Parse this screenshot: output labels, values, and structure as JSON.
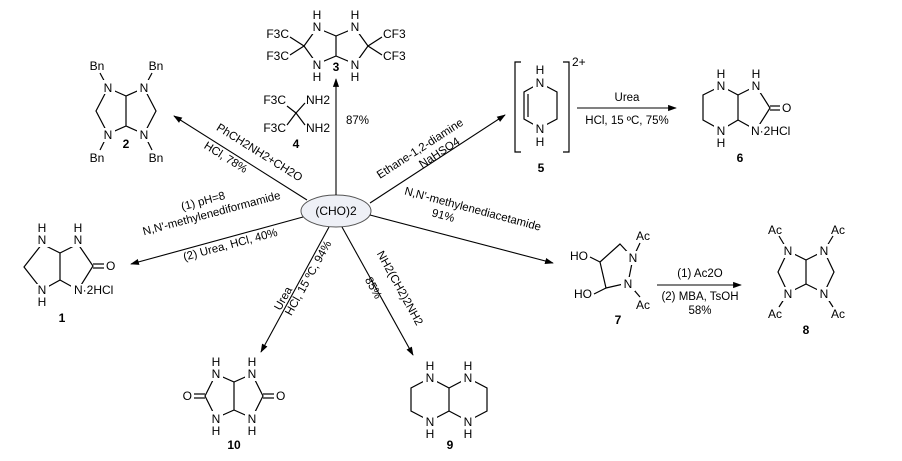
{
  "center": {
    "label": "(CHO)2"
  },
  "compounds": {
    "c1": {
      "number": "1",
      "NH": "N",
      "H": "H",
      "O": "O",
      "salt": "N·2HCl"
    },
    "c2": {
      "number": "2",
      "N": "N",
      "Bn": "Bn"
    },
    "c3": {
      "number": "3",
      "N": "N",
      "H": "H",
      "F3C": "F3C",
      "CF3": "CF3"
    },
    "c4": {
      "number": "4",
      "F3C": "F3C",
      "NH2": "NH2"
    },
    "c5": {
      "number": "5",
      "N": "N",
      "H": "H",
      "charge": "2+"
    },
    "c6": {
      "number": "6",
      "N": "N",
      "H": "H",
      "O": "O",
      "salt": "N·2HCl"
    },
    "c7": {
      "number": "7",
      "HO": "HO",
      "N": "N",
      "Ac": "Ac"
    },
    "c8": {
      "number": "8",
      "N": "N",
      "Ac": "Ac"
    },
    "c9": {
      "number": "9",
      "N": "N",
      "H": "H"
    },
    "c10": {
      "number": "10",
      "N": "N",
      "H": "H",
      "O": "O"
    }
  },
  "reactions": {
    "to1": {
      "line1": "(1) pH=8",
      "line2": "N,N'-methylenediformamide",
      "line3": "(2) Urea, HCl, 40%"
    },
    "to2": {
      "line1": "PhCH2NH2+CH2O",
      "line2": "HCl, 78%"
    },
    "to3": {
      "yield": "87%"
    },
    "to5": {
      "line1": "Ethane-1,2-diamine",
      "line2": "NaHSO4"
    },
    "to6": {
      "line1": "Urea",
      "line2": "HCl, 15 ºC, 75%"
    },
    "to7": {
      "line1": "N,N'-methylenediacetamide",
      "line2": "91%"
    },
    "to8": {
      "line1": "(1) Ac2O",
      "line2": "(2) MBA, TsOH",
      "line3": "58%"
    },
    "to9": {
      "line1": "NH2(CH2)2NH2",
      "line2": "85%"
    },
    "to10": {
      "line1": "Urea",
      "line2": "HCl, 15 ºC, 94%"
    }
  }
}
